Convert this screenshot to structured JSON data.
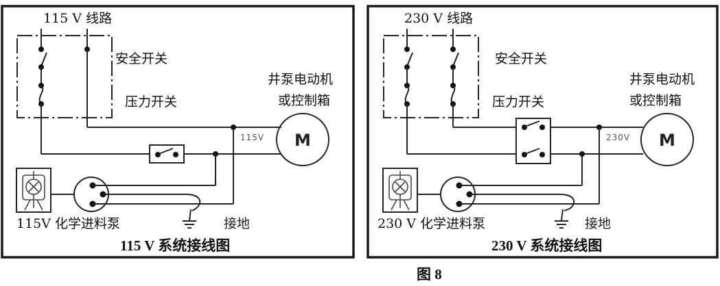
{
  "figure_caption": "图 8",
  "diagrams": [
    {
      "id": "115v",
      "line_label": "115 V 线路",
      "safety_switch_label": "安全开关",
      "pressure_switch_label": "压力开关",
      "motor_label_line1": "井泵电动机",
      "motor_label_line2": "或控制箱",
      "motor_voltage": "115V",
      "motor_symbol": "M",
      "feed_pump_label": "115V 化学进料泵",
      "ground_label": "接地",
      "title": "115 V 系统接线图",
      "pressure_switch_poles": 1,
      "line_fuses": 1
    },
    {
      "id": "230v",
      "line_label": "230 V 线路",
      "safety_switch_label": "安全开关",
      "pressure_switch_label": "压力开关",
      "motor_label_line1": "井泵电动机",
      "motor_label_line2": "或控制箱",
      "motor_voltage": "230V",
      "motor_symbol": "M",
      "feed_pump_label": "230 V 化学进料泵",
      "ground_label": "接地",
      "title": "230 V 系统接线图",
      "pressure_switch_poles": 2,
      "line_fuses": 2
    }
  ]
}
